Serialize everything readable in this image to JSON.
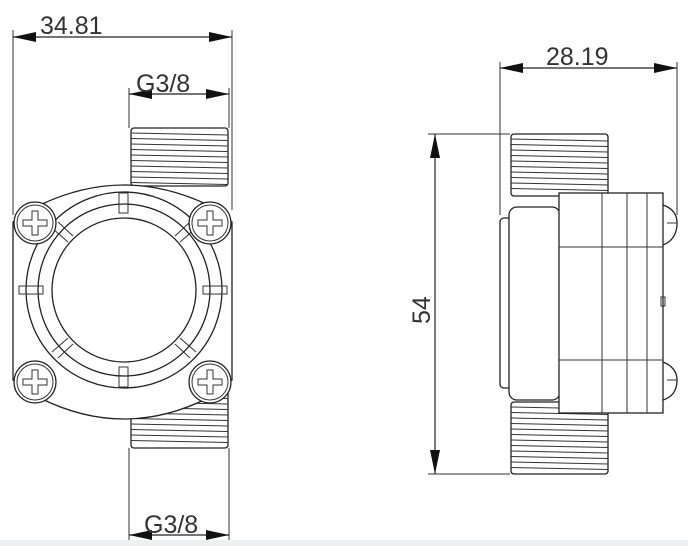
{
  "drawing": {
    "front_view": {
      "width_dimension": "34.81",
      "top_thread_label": "G3/8",
      "bottom_thread_label": "G3/8"
    },
    "side_view": {
      "depth_dimension": "28.19",
      "height_dimension": "54"
    },
    "line_color": "#222222"
  }
}
